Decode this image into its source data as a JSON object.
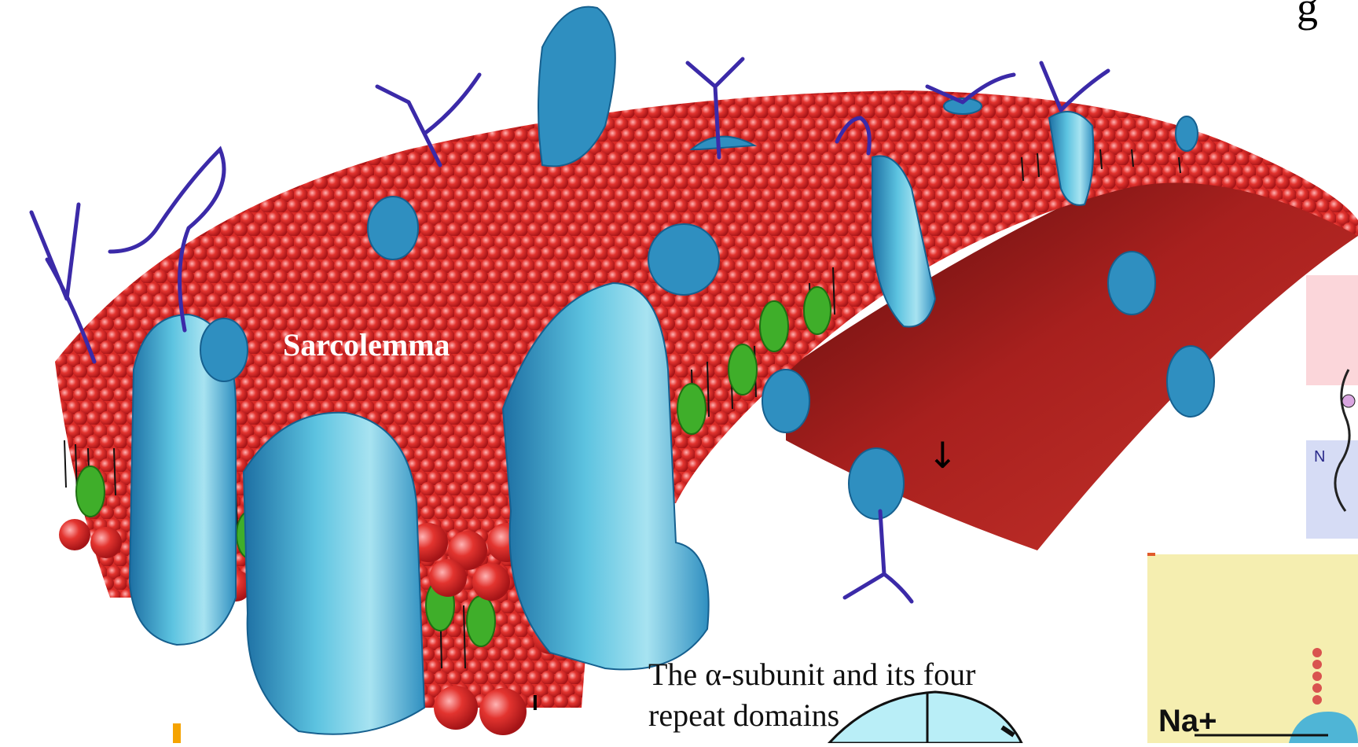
{
  "diagram": {
    "membrane_label": "Sarcolemma",
    "caption": "The α-subunit and its four repeat domains",
    "arrow_glyph": "↓",
    "roman_numeral": "I",
    "corner_fragment": "g",
    "inset_n_label": "N",
    "inset_ion_label": "Na+",
    "colors": {
      "lipid_head": "#e3342f",
      "lipid_head_dark": "#b4161a",
      "protein": "#4fb5d6",
      "protein_dark": "#1d6fa3",
      "cholesterol": "#3fae2a",
      "glycan": "#3b2aa8",
      "interior": "#a8201e",
      "inset_pink": "#fbd6da",
      "inset_blue": "#d6dcf5",
      "inset_yellow": "#f5eeb0",
      "accent_orange": "#f5a300"
    }
  }
}
